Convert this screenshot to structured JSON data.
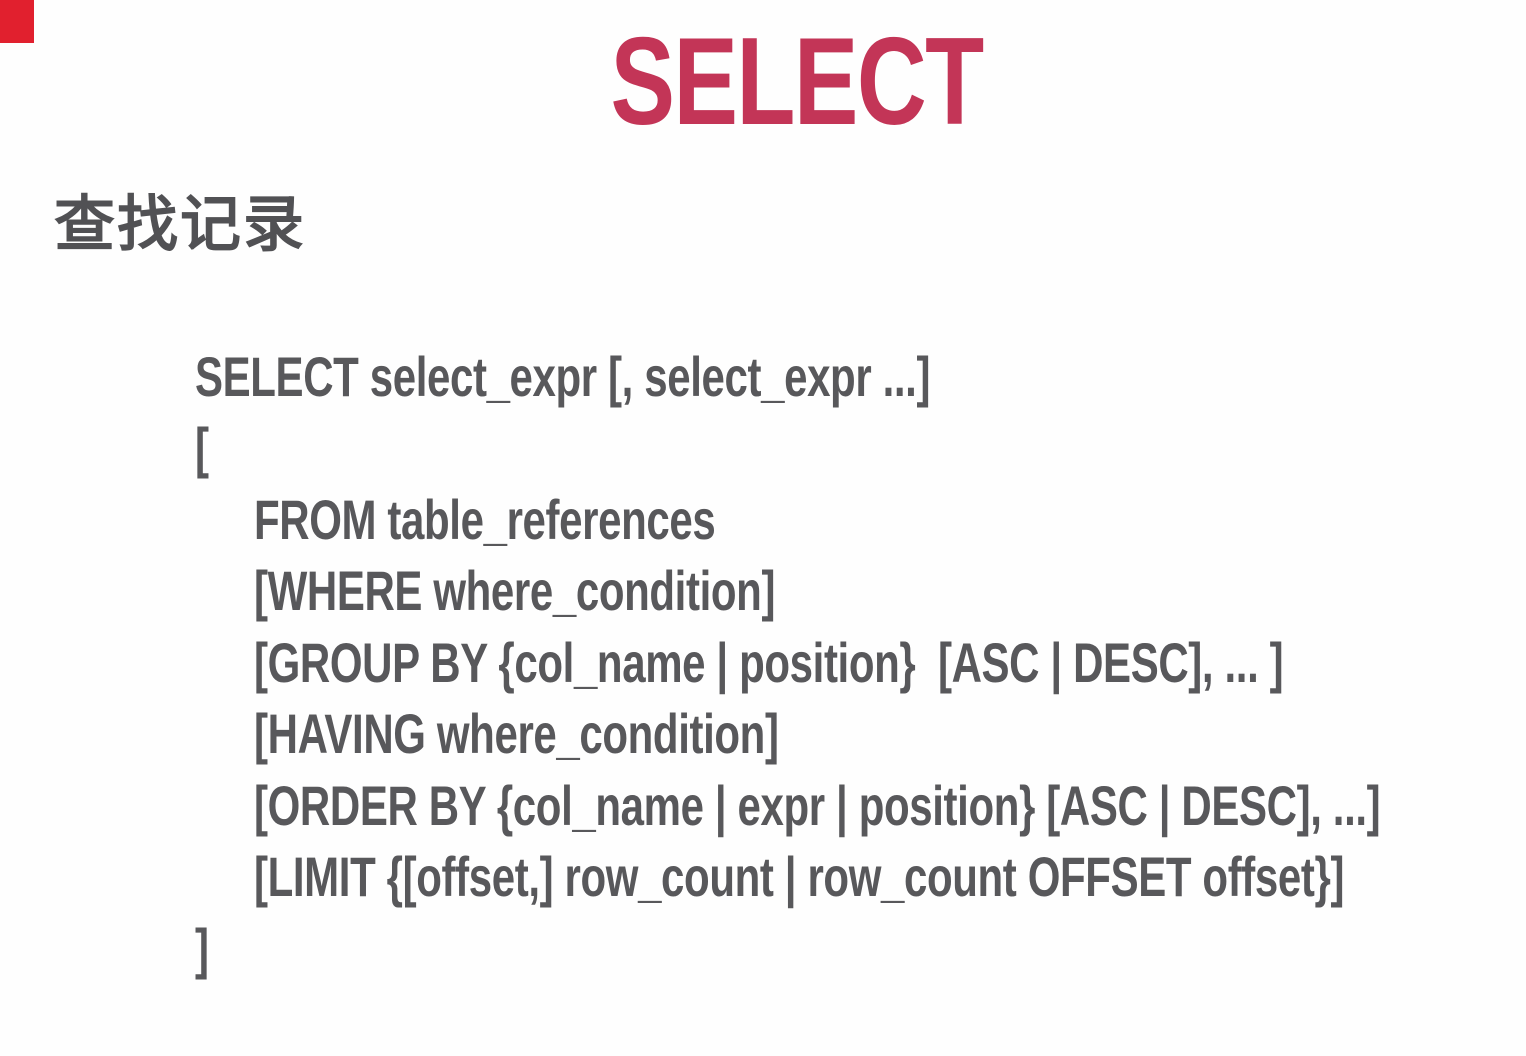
{
  "colors": {
    "background": "#fefefe",
    "title": "#c33557",
    "heading": "#515154",
    "body_text": "#58585b",
    "corner": "#e1202e"
  },
  "title": "SELECT",
  "heading": "查找记录",
  "syntax": {
    "lines": [
      {
        "indent": 1,
        "text": "SELECT select_expr [, select_expr ...]"
      },
      {
        "indent": 1,
        "text": "["
      },
      {
        "indent": 2,
        "text": "FROM table_references"
      },
      {
        "indent": 2,
        "text": "[WHERE where_condition]"
      },
      {
        "indent": 2,
        "text": "[GROUP BY {col_name | position}  [ASC | DESC], ... ]"
      },
      {
        "indent": 2,
        "text": "[HAVING where_condition]"
      },
      {
        "indent": 2,
        "text": "[ORDER BY {col_name | expr | position} [ASC | DESC], ...]"
      },
      {
        "indent": 2,
        "text": "[LIMIT {[offset,] row_count | row_count OFFSET offset}]"
      },
      {
        "indent": 1,
        "text": "]"
      }
    ]
  }
}
